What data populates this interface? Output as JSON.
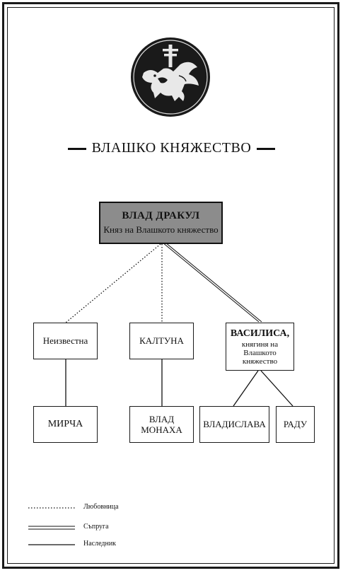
{
  "title": "ВЛАШКО КНЯЖЕСТВО",
  "root": {
    "name": "ВЛАД ДРАКУЛ",
    "subtitle": "Княз на Влашкото княжество"
  },
  "wives": [
    {
      "name": "Неизвестна",
      "relation": "lover"
    },
    {
      "name": "КАЛТУНА",
      "relation": "lover"
    },
    {
      "name": "ВАСИЛИСА,",
      "subtitle": "княгиня на Влашкото княжество",
      "relation": "spouse"
    }
  ],
  "children": [
    {
      "name": "МИРЧА",
      "parent": "Неизвестна"
    },
    {
      "name": "ВЛАД МОНАХА",
      "parent": "КАЛТУНА"
    },
    {
      "name": "ВЛАДИСЛАВА",
      "parent": "ВАСИЛИСА"
    },
    {
      "name": "РАДУ",
      "parent": "ВАСИЛИСА"
    }
  ],
  "legend": {
    "lover": "Любовница",
    "spouse": "Съпруга",
    "heir": "Наследник"
  },
  "emblem": "dragon-with-cross-emblem"
}
